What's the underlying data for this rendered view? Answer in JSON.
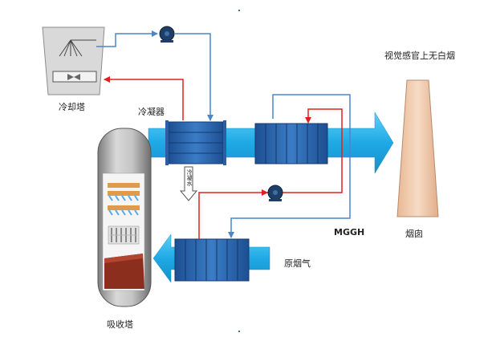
{
  "labels": {
    "cooling_tower": "冷却塔",
    "condenser": "冷凝器",
    "absorber": "吸收塔",
    "raw_flue_gas": "原烟气",
    "mggh": "MGGH",
    "chimney": "烟囱",
    "no_white_plume": "视觉感官上无白烟",
    "condensate_water": "冷凝水"
  },
  "colors": {
    "flue_duct": "#29b6ec",
    "exchanger_fill": "#2e6db4",
    "exchanger_dark": "#163f7a",
    "hot_line": "#e0201c",
    "cold_line": "#4a86c8",
    "chimney_fill": "#f2cfb4",
    "absorber_fill": "#b3b3b3",
    "tower_fill": "#d6d6d6"
  }
}
